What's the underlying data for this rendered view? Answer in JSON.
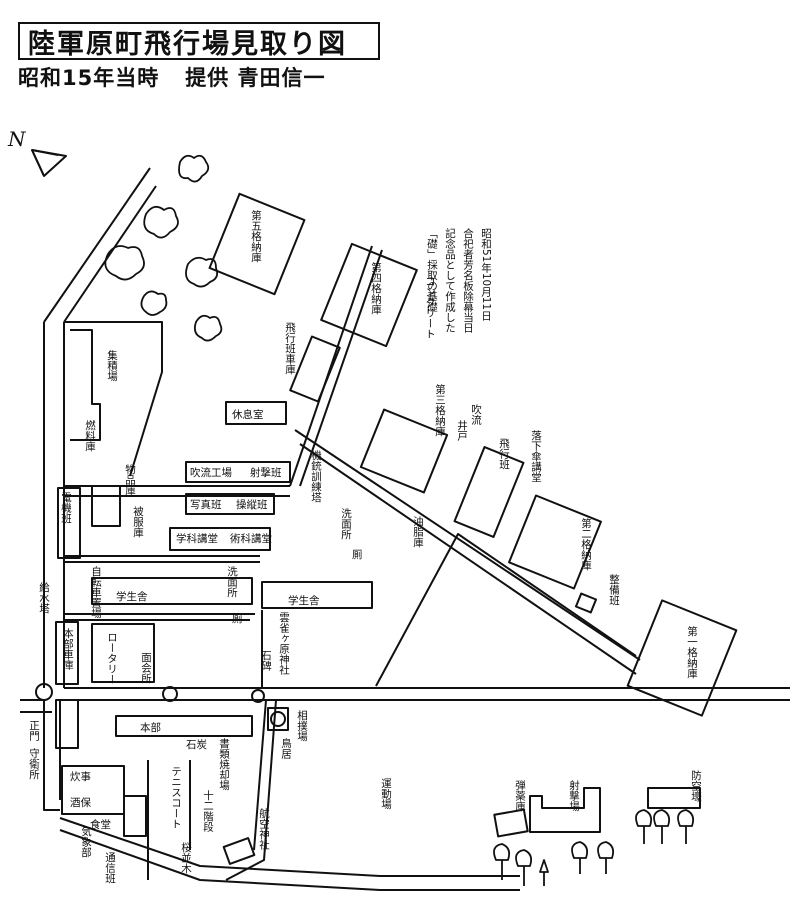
{
  "map": {
    "title": "陸軍原町飛行場見取り図",
    "subtitle_left": "昭和15年当時",
    "subtitle_right": "提供 青田信一",
    "north_label": "N",
    "labels": [
      {
        "text": "第五格納庫",
        "vertical": true
      },
      {
        "text": "第四格納庫",
        "vertical": true
      },
      {
        "text": "コンクリート",
        "vertical": true
      },
      {
        "text": "昭和51年10月11日",
        "vertical": true
      },
      {
        "text": "合祀者芳名板除幕当日",
        "vertical": true
      },
      {
        "text": "記念品として作成した",
        "vertical": true
      },
      {
        "text": "「礎」採取の基礎",
        "vertical": true
      },
      {
        "text": "集積場",
        "vertical": true
      },
      {
        "text": "燃料庫",
        "vertical": true
      },
      {
        "text": "飛行班車庫",
        "vertical": true
      },
      {
        "text": "休息室",
        "vertical": false
      },
      {
        "text": "第三格納庫",
        "vertical": true
      },
      {
        "text": "吹流",
        "vertical": true
      },
      {
        "text": "井戸",
        "vertical": true
      },
      {
        "text": "飛行班",
        "vertical": true
      },
      {
        "text": "落下傘講堂",
        "vertical": true
      },
      {
        "text": "物品庫",
        "vertical": true
      },
      {
        "text": "吹流工場",
        "vertical": false
      },
      {
        "text": "射撃班",
        "vertical": false
      },
      {
        "text": "機銃訓練塔",
        "vertical": true
      },
      {
        "text": "写真班",
        "vertical": false
      },
      {
        "text": "操縦班",
        "vertical": false
      },
      {
        "text": "電機班",
        "vertical": true
      },
      {
        "text": "被服庫",
        "vertical": true
      },
      {
        "text": "学科講堂",
        "vertical": false
      },
      {
        "text": "術科講堂",
        "vertical": false
      },
      {
        "text": "洗面所",
        "vertical": true
      },
      {
        "text": "厠",
        "vertical": false
      },
      {
        "text": "油脂庫",
        "vertical": true
      },
      {
        "text": "第二格納庫",
        "vertical": true
      },
      {
        "text": "自転車置場",
        "vertical": true
      },
      {
        "text": "洗面所",
        "vertical": true
      },
      {
        "text": "厠",
        "vertical": false
      },
      {
        "text": "学生舎",
        "vertical": false
      },
      {
        "text": "学生舎",
        "vertical": false
      },
      {
        "text": "整備班",
        "vertical": true
      },
      {
        "text": "給水塔",
        "vertical": true
      },
      {
        "text": "本部車庫",
        "vertical": true
      },
      {
        "text": "ロータリー",
        "vertical": true
      },
      {
        "text": "面会所",
        "vertical": true
      },
      {
        "text": "雲雀ヶ原神社",
        "vertical": true
      },
      {
        "text": "石碑",
        "vertical": true
      },
      {
        "text": "第一格納庫",
        "vertical": true
      },
      {
        "text": "本部",
        "vertical": false
      },
      {
        "text": "正門",
        "vertical": true
      },
      {
        "text": "守衛所",
        "vertical": true
      },
      {
        "text": "相撲場",
        "vertical": true
      },
      {
        "text": "鳥居",
        "vertical": true
      },
      {
        "text": "書類焼却場",
        "vertical": true
      },
      {
        "text": "石炭",
        "vertical": false
      },
      {
        "text": "テニスコート",
        "vertical": true
      },
      {
        "text": "十二階段",
        "vertical": true
      },
      {
        "text": "炊事",
        "vertical": false
      },
      {
        "text": "酒保",
        "vertical": false
      },
      {
        "text": "食堂",
        "vertical": false
      },
      {
        "text": "気象部",
        "vertical": true
      },
      {
        "text": "通信班",
        "vertical": true
      },
      {
        "text": "桜並木",
        "vertical": true
      },
      {
        "text": "航空神社",
        "vertical": true
      },
      {
        "text": "運動場",
        "vertical": true
      },
      {
        "text": "弾薬庫",
        "vertical": true
      },
      {
        "text": "射撃場",
        "vertical": true
      },
      {
        "text": "防空壕",
        "vertical": true
      }
    ]
  }
}
